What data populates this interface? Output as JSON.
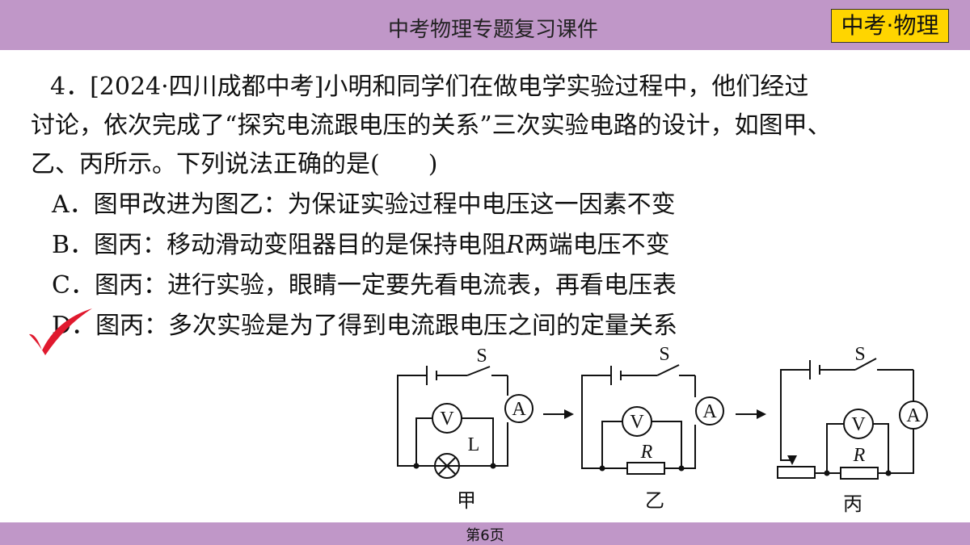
{
  "header": {
    "title": "中考物理专题复习课件",
    "badge": "中考·物理"
  },
  "question": {
    "line1": "4．[2024·四川成都中考]小明和同学们在做电学实验过程中，他们经过",
    "line2": "讨论，依次完成了“探究电流跟电压的关系”三次实验电路的设计，如图甲、",
    "line3": "乙、丙所示。下列说法正确的是(　　)"
  },
  "options": [
    {
      "letter": "A．",
      "text": "图甲改进为图乙：为保证实验过程中电压这一因素不变"
    },
    {
      "letter": "B．",
      "text_before": "图丙：移动滑动变阻器目的是保持电阻",
      "symbol": "R",
      "text_after": "两端电压不变"
    },
    {
      "letter": "C．",
      "text": "图丙：进行实验，眼睛一定要先看电流表，再看电压表"
    },
    {
      "letter": "D．",
      "text": "图丙：多次实验是为了得到电流跟电压之间的定量关系"
    }
  ],
  "answer_mark": "check-mark-red",
  "colors": {
    "header_bg": "#c097c8",
    "badge_bg": "#ffd500",
    "check": "#e0192e"
  },
  "circuits": {
    "switch_label": "S",
    "voltmeter": "V",
    "ammeter": "A",
    "lamp_label": "L",
    "resistor_label": "R",
    "captions": [
      "甲",
      "乙",
      "丙"
    ]
  },
  "footer": {
    "page": "第6页"
  }
}
